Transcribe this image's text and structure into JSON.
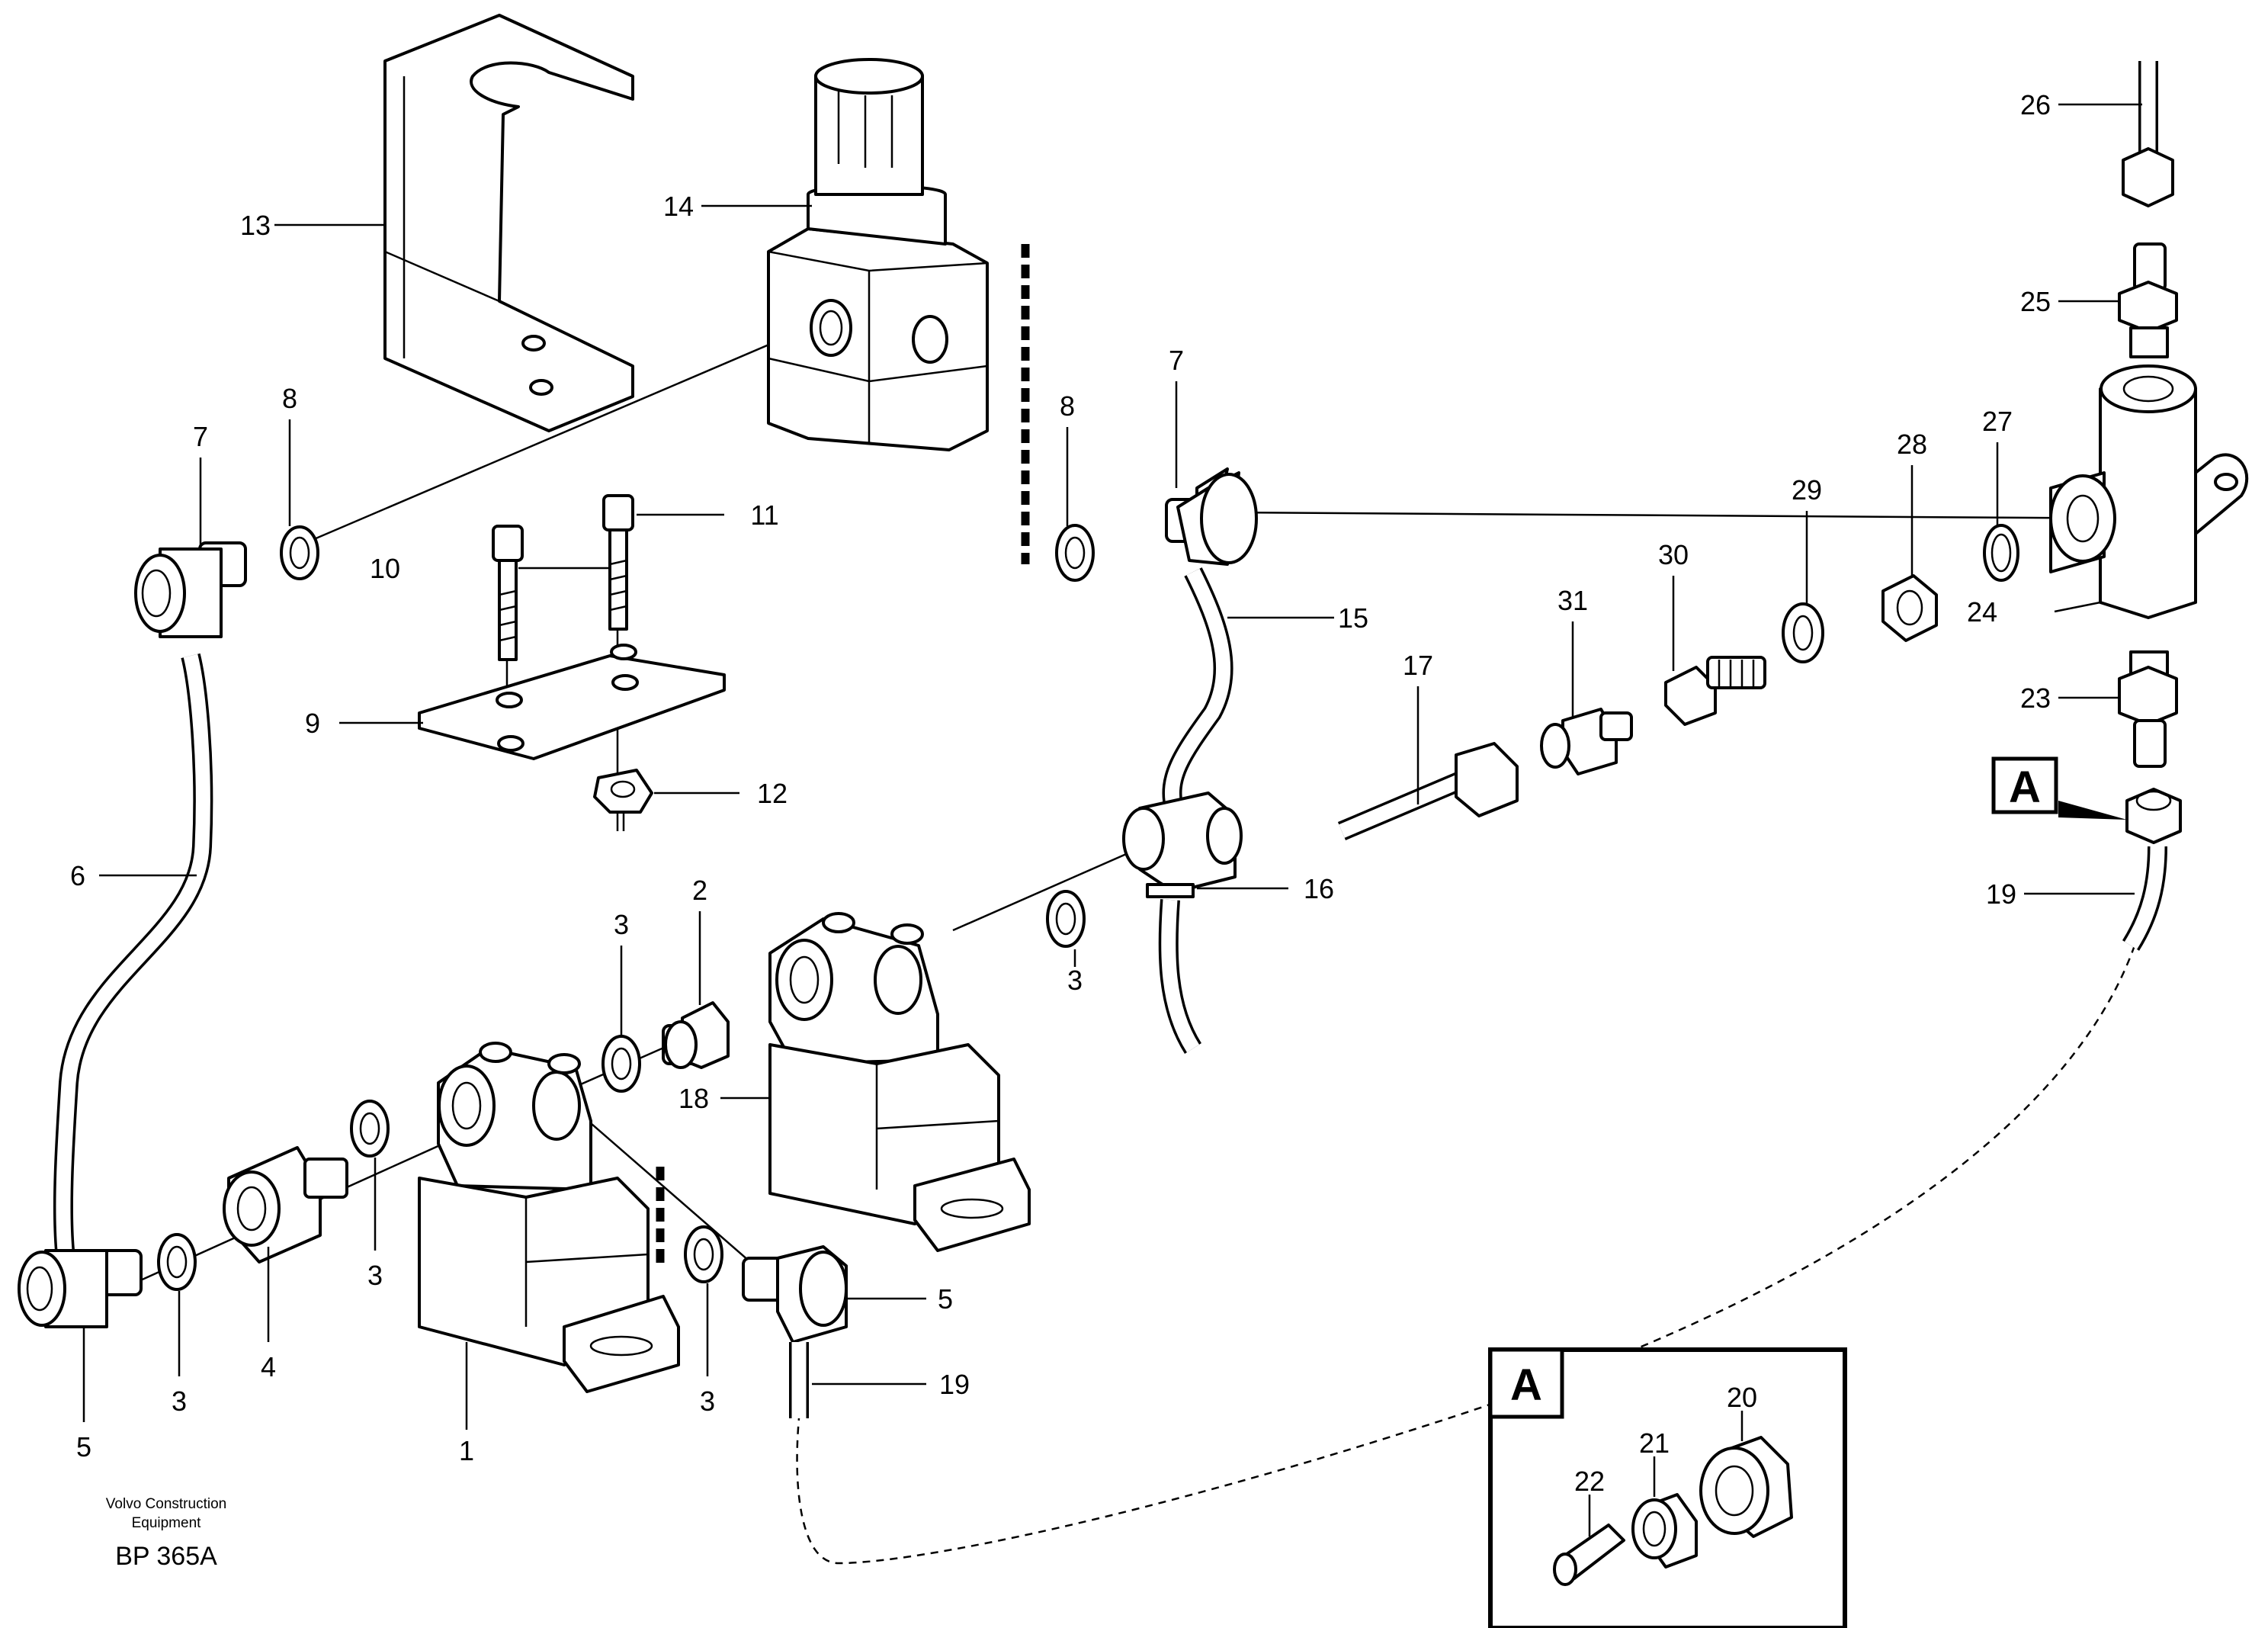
{
  "title_block": {
    "company_line1": "Volvo Construction",
    "company_line2": "Equipment",
    "code": "BP 365A"
  },
  "detail": {
    "tag": "A"
  },
  "callouts": [
    {
      "id": "c13",
      "text": "13"
    },
    {
      "id": "c14",
      "text": "14"
    },
    {
      "id": "c26",
      "text": "26"
    },
    {
      "id": "c25",
      "text": "25"
    },
    {
      "id": "c7a",
      "text": "7"
    },
    {
      "id": "c8a",
      "text": "8"
    },
    {
      "id": "c7b",
      "text": "7"
    },
    {
      "id": "c8b",
      "text": "8"
    },
    {
      "id": "c11",
      "text": "11"
    },
    {
      "id": "c10",
      "text": "10"
    },
    {
      "id": "c9",
      "text": "9"
    },
    {
      "id": "c12",
      "text": "12"
    },
    {
      "id": "c27",
      "text": "27"
    },
    {
      "id": "c28",
      "text": "28"
    },
    {
      "id": "c29",
      "text": "29"
    },
    {
      "id": "c30",
      "text": "30"
    },
    {
      "id": "c31",
      "text": "31"
    },
    {
      "id": "c17",
      "text": "17"
    },
    {
      "id": "c15",
      "text": "15"
    },
    {
      "id": "c24",
      "text": "24"
    },
    {
      "id": "c23",
      "text": "23"
    },
    {
      "id": "c6",
      "text": "6"
    },
    {
      "id": "c16",
      "text": "16"
    },
    {
      "id": "c19a",
      "text": "19"
    },
    {
      "id": "c3a",
      "text": "3"
    },
    {
      "id": "c2",
      "text": "2"
    },
    {
      "id": "c3b",
      "text": "3"
    },
    {
      "id": "c18",
      "text": "18"
    },
    {
      "id": "c5a",
      "text": "5"
    },
    {
      "id": "c19b",
      "text": "19"
    },
    {
      "id": "c3c",
      "text": "3"
    },
    {
      "id": "c4",
      "text": "4"
    },
    {
      "id": "c3d",
      "text": "3"
    },
    {
      "id": "c3e",
      "text": "3"
    },
    {
      "id": "c5b",
      "text": "5"
    },
    {
      "id": "c1",
      "text": "1"
    },
    {
      "id": "c20",
      "text": "20"
    },
    {
      "id": "c21",
      "text": "21"
    },
    {
      "id": "c22",
      "text": "22"
    }
  ]
}
